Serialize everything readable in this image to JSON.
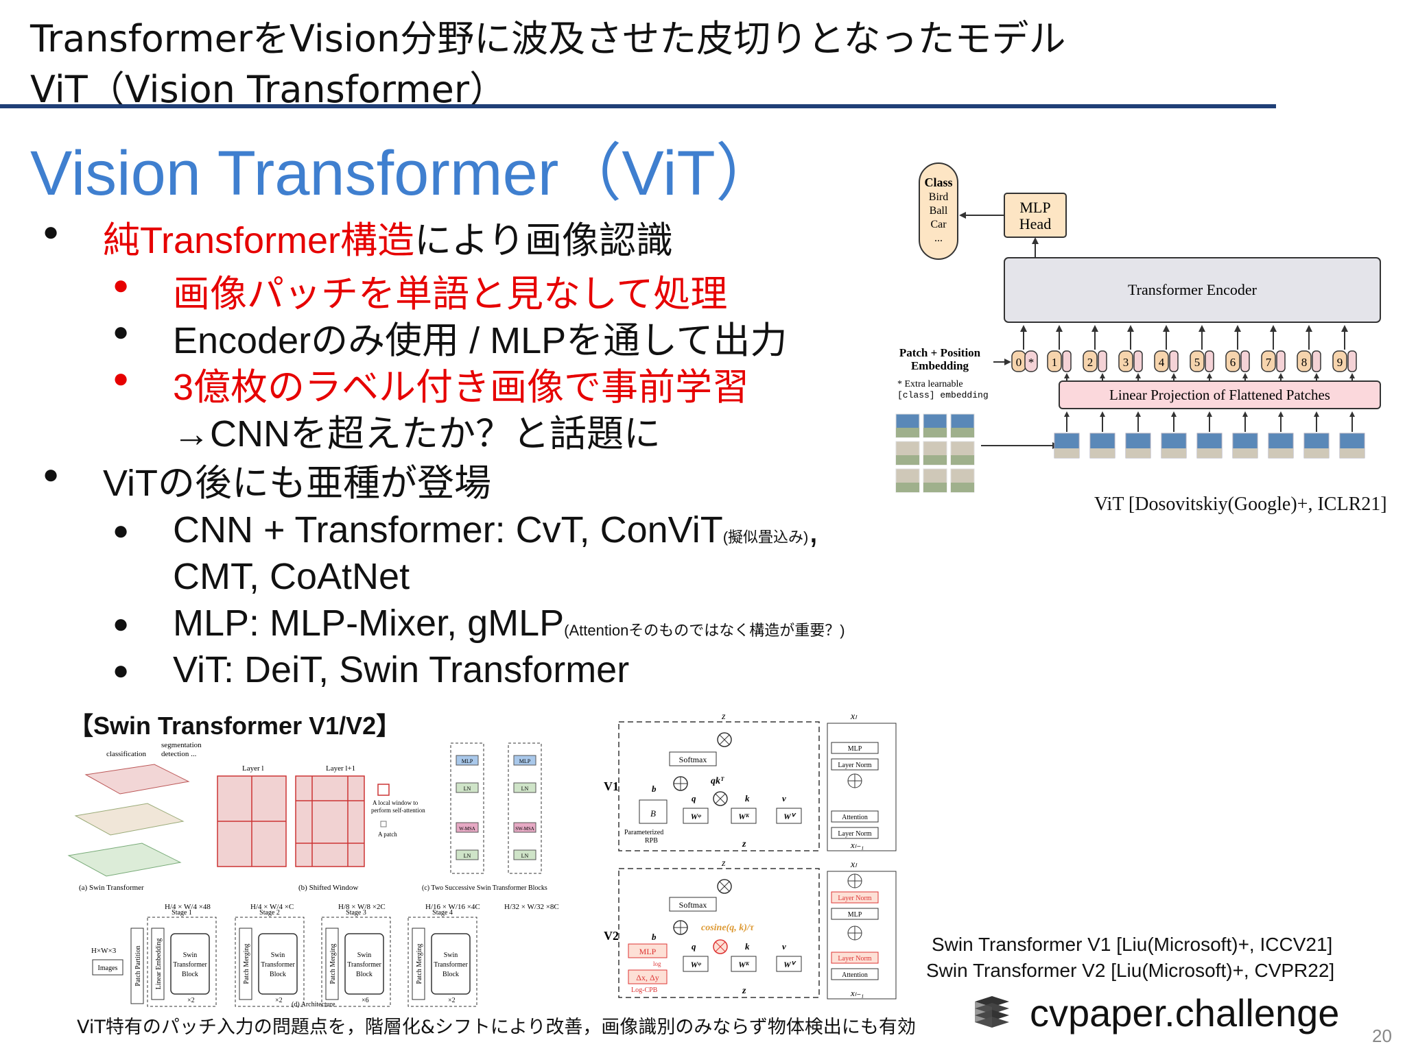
{
  "header": {
    "line1": "TransformerをVision分野に波及させた皮切りとなったモデル",
    "line2": "ViT（Vision Transformer）"
  },
  "main_title": "Vision Transformer（ViT）",
  "bullets": {
    "b1_red": "純Transformer構造",
    "b1_rest": "により画像認識",
    "b1a": "画像パッチを単語と見なして処理",
    "b1b": "Encoderのみ使用 / MLPを通して出力",
    "b1c": "3億枚のラベル付き画像で事前学習",
    "b1c_cont": "→CNNを超えたか？と話題に",
    "b2": "ViTの後にも亜種が登場",
    "b2a_main": "CNN + Transformer: CvT, ConViT",
    "b2a_small": "(擬似畳込み)",
    "b2a_comma": ",",
    "b2a_cont": "CMT, CoAtNet",
    "b2b_main": "MLP: MLP-Mixer, gMLP",
    "b2b_small": "(Attentionそのものではなく構造が重要？)",
    "b2c": "ViT: DeiT, Swin Transformer",
    "dot": "●"
  },
  "vit_diagram": {
    "class_box": [
      "Class",
      "Bird",
      "Ball",
      "Car",
      "..."
    ],
    "mlp_head": [
      "MLP",
      "Head"
    ],
    "encoder": "Transformer Encoder",
    "patch_position": [
      "Patch + Position",
      "Embedding"
    ],
    "extra_learnable": [
      "* Extra learnable",
      "[class] embedding"
    ],
    "tokens": [
      "0",
      "1",
      "2",
      "3",
      "4",
      "5",
      "6",
      "7",
      "8",
      "9"
    ],
    "star": "*",
    "linear_projection": "Linear Projection of Flattened Patches",
    "caption": "ViT [Dosovitskiy(Google)+, ICLR21]"
  },
  "swin": {
    "title": "【Swin Transformer V1/V2】",
    "left_labels": {
      "seg": "segmentation",
      "det": "detection ...",
      "cls": "classification",
      "a": "(a) Swin Transformer",
      "layer_l": "Layer l",
      "layer_l1": "Layer l+1",
      "local_window": "A local window to",
      "perform": "perform self-attention",
      "a_patch": "A patch",
      "b": "(b) Shifted Window",
      "c": "(c) Two Successive Swin Transformer Blocks",
      "mlp": "MLP",
      "ln": "LN",
      "wmsa": "W-MSA",
      "swmsa": "SW-MSA",
      "dims": [
        "H/4 × W/4 ×48",
        "H/4 × W/4 ×C",
        "H/8 × W/8 ×2C",
        "H/16 × W/16 ×4C",
        "H/32 × W/32 ×8C"
      ],
      "stages": [
        "Stage 1",
        "Stage 2",
        "Stage 3",
        "Stage 4"
      ],
      "images": "Images",
      "hw3": "H×W×3",
      "patch_partition": "Patch Partition",
      "linear_embedding": "Linear Embedding",
      "patch_merging": "Patch Merging",
      "swin_block": [
        "Swin",
        "Transformer",
        "Block"
      ],
      "repeats": [
        "×2",
        "×2",
        "×6",
        "×2"
      ],
      "d": "(d) Architecture"
    },
    "right_labels": {
      "v1": "V1",
      "v2": "V2",
      "softmax": "Softmax",
      "qkt": "qkᵀ",
      "q": "q",
      "k": "k",
      "v": "v",
      "b": "b",
      "B": "B",
      "z": "z",
      "wq": "Wᵠ",
      "wk": "Wᴷ",
      "wv": "Wⱽ",
      "param_rpb": [
        "Parameterized",
        "RPB"
      ],
      "cosine": "cosine(q, k)/τ",
      "mlp_log": "MLP",
      "log": "log",
      "dxdy": "Δx, Δy",
      "log_cpb": "Log-CPB",
      "mlp": "MLP",
      "layer_norm": "Layer Norm",
      "attention": "Attention",
      "xl": "xₗ",
      "xl1": "xₗ₋₁"
    },
    "note": "ViT特有のパッチ入力の問題点を，階層化&シフトにより改善，画像識別のみならず物体検出にも有効",
    "ref_v1": "Swin Transformer V1 [Liu(Microsoft)+, ICCV21]",
    "ref_v2": "Swin Transformer V2 [Liu(Microsoft)+, CVPR22]"
  },
  "brand": "cvpaper.challenge",
  "page_number": "20"
}
